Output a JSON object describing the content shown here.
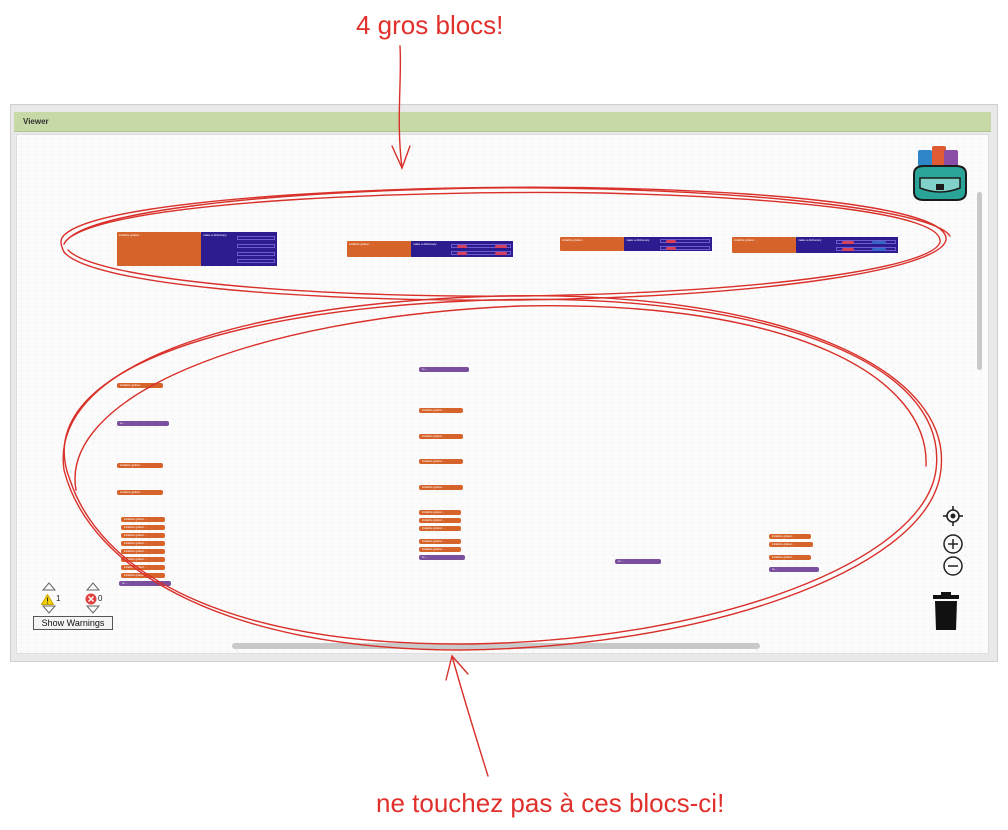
{
  "annotations": {
    "top": "4 gros blocs!",
    "bottom": "ne touchez pas à ces blocs-ci!"
  },
  "viewer": {
    "title": "Viewer"
  },
  "warnings": {
    "warning_count": "1",
    "error_count": "0",
    "show_warnings_label": "Show Warnings"
  },
  "icons": {
    "backpack": "backpack-icon",
    "recenter": "crosshair-icon",
    "zoom_in": "zoom-in-icon",
    "zoom_out": "zoom-out-icon",
    "trash": "trash-icon",
    "warning": "warning-icon",
    "error": "error-icon"
  },
  "colors": {
    "annotation": "#e0302c",
    "header": "#c7d9a6",
    "variable_block": "#d6632a",
    "procedure_block": "#7a4f9e",
    "dictionary_block": "#2d1c8f"
  },
  "big_blocks": [
    {
      "init": "initialize global ...",
      "dict": "make a dictionary",
      "pairs": 4
    },
    {
      "init": "initialize global ...",
      "dict": "make a dictionary",
      "pairs": 2
    },
    {
      "init": "initialize global ...",
      "dict": "make a dictionary",
      "pairs": 2
    },
    {
      "init": "initialize global ...",
      "dict": "make a dictionary",
      "pairs": 2
    }
  ],
  "small_blocks": {
    "col1": [
      "initialize global ...",
      "to ...",
      "initialize global ...",
      "initialize global ...",
      "initialize global ...",
      "initialize global ...",
      "initialize global ...",
      "initialize global ...",
      "initialize global ...",
      "initialize global ...",
      "initialize global ...",
      "initialize global ...",
      "to ..."
    ],
    "col2": [
      "to ...",
      "initialize global ...",
      "initialize global ...",
      "initialize global ...",
      "initialize global ...",
      "initialize global ...",
      "initialize global ...",
      "initialize global ...",
      "initialize global ...",
      "initialize global ...",
      "to ..."
    ],
    "col3": [
      "to ..."
    ],
    "col4": [
      "initialize global ...",
      "initialize global ...",
      "initialize global ...",
      "to ..."
    ]
  }
}
